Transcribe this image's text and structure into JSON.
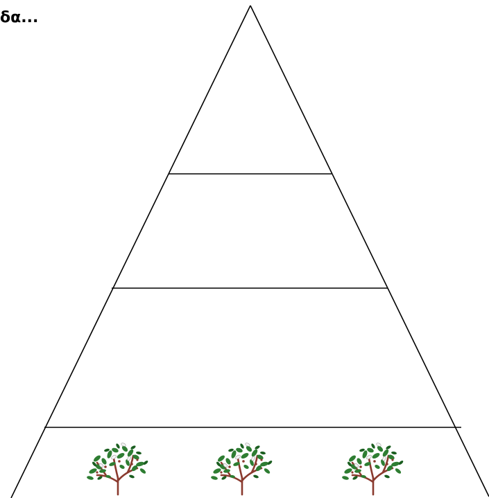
{
  "heading_fragment": "δα...",
  "diagram": {
    "kind": "food pyramid",
    "levels": 4,
    "base_level_icon": "tree-icon",
    "base_level_icon_count": 3,
    "line_color": "#000000",
    "leaf_colors": [
      "#2e7d32",
      "#1b5e20",
      "#ffffff"
    ],
    "branch_color": "#8a3a2e"
  }
}
